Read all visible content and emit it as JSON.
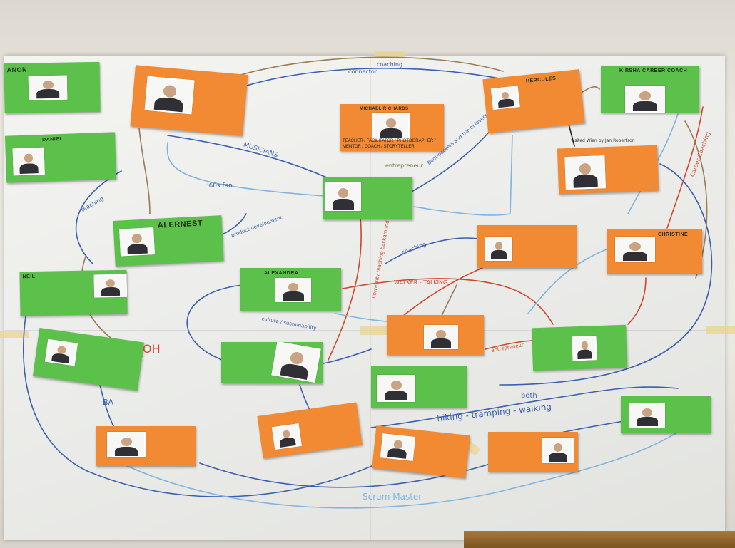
{
  "colors": {
    "card_green": "#5cc14a",
    "card_orange": "#f28a34",
    "line_blue": "#3a5fb0",
    "line_red": "#d2442c",
    "line_brown": "#9a7a55",
    "line_lightblue": "#7fb4e0"
  },
  "cards": [
    {
      "id": "green-top-left-1",
      "color": "green",
      "name": "ANON"
    },
    {
      "id": "orange-top-2",
      "color": "orange",
      "name": ""
    },
    {
      "id": "orange-center-top",
      "color": "orange",
      "name": "MICHAEL RICHARDS",
      "subtitle": "TEACHER / FACILITATOR / PHOTOGRAPHER / MENTOR / COACH / STORYTELLER"
    },
    {
      "id": "orange-top-right-1",
      "color": "orange",
      "name": "HERCULES"
    },
    {
      "id": "green-top-right",
      "color": "green",
      "name": "KIRSHA CAREER COACH"
    },
    {
      "id": "green-left-2",
      "color": "green",
      "name": "DANIEL"
    },
    {
      "id": "orange-right-2",
      "color": "orange",
      "name": ""
    },
    {
      "id": "green-center",
      "color": "green",
      "name": ""
    },
    {
      "id": "green-alernest",
      "color": "green",
      "name": "ALERNEST"
    },
    {
      "id": "orange-center-right",
      "color": "orange",
      "name": ""
    },
    {
      "id": "orange-christine",
      "color": "orange",
      "name": "CHRISTINE"
    },
    {
      "id": "green-left-3",
      "color": "green",
      "name": "NEIL"
    },
    {
      "id": "green-alexandra",
      "color": "green",
      "name": "ALEXANDRA"
    },
    {
      "id": "orange-mid",
      "color": "orange",
      "name": ""
    },
    {
      "id": "green-mid-right",
      "color": "green",
      "name": ""
    },
    {
      "id": "green-left-4",
      "color": "green",
      "name": ""
    },
    {
      "id": "green-mid-2",
      "color": "green",
      "name": ""
    },
    {
      "id": "green-mid-3",
      "color": "green",
      "name": ""
    },
    {
      "id": "green-bottom-right",
      "color": "green",
      "name": ""
    },
    {
      "id": "orange-bottom-1",
      "color": "orange",
      "name": ""
    },
    {
      "id": "orange-bottom-2",
      "color": "orange",
      "name": ""
    },
    {
      "id": "orange-bottom-3",
      "color": "orange",
      "name": ""
    },
    {
      "id": "orange-bottom-4",
      "color": "orange",
      "name": ""
    }
  ],
  "labels": {
    "coaching": "coaching",
    "connector": "connector",
    "musicians": "MUSICIANS",
    "sixties_fan": "'60s fan",
    "entrepreneur": "entrepreneur",
    "bootpackers": "Boot-packers and travel lovers",
    "teaching": "teaching",
    "product_development": "product development",
    "visited_wien": "visited Wien by Jan Robertson",
    "career_coaching": "Career Coaching",
    "coaching_2": "coaching",
    "walking_talking": "WALKER - TALKING",
    "university": "university teaching background",
    "culture": "culture / sustainability",
    "entrepreneur_2": "entrepreneur",
    "ba": "BA",
    "hiking": "hiking - tramping - walking",
    "both": "both",
    "scrum_master": "Scrum Master",
    "oh": "OH"
  }
}
